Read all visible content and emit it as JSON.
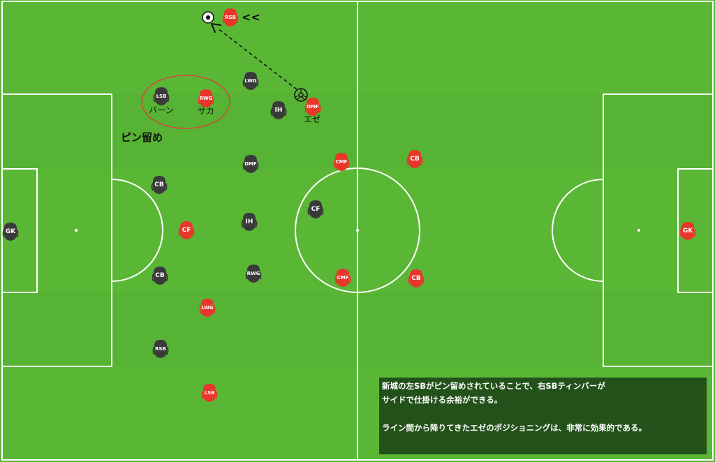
{
  "players": {
    "dark": [
      {
        "id": "lsb",
        "label": "LSB",
        "name": "バーン"
      },
      {
        "id": "lwg",
        "label": "LWG"
      },
      {
        "id": "ih-top",
        "label": "IH"
      },
      {
        "id": "dmf",
        "label": "DMF"
      },
      {
        "id": "cb-top",
        "label": "CB"
      },
      {
        "id": "gk",
        "label": "GK"
      },
      {
        "id": "ih-mid",
        "label": "IH"
      },
      {
        "id": "cf",
        "label": "CF"
      },
      {
        "id": "cb-bottom",
        "label": "CB"
      },
      {
        "id": "rwg",
        "label": "RWG"
      },
      {
        "id": "rsb",
        "label": "RSB"
      }
    ],
    "red": [
      {
        "id": "rsb",
        "label": "RSB"
      },
      {
        "id": "rwg",
        "label": "RWG",
        "name": "サカ"
      },
      {
        "id": "omf",
        "label": "OMF",
        "name": "エゼ"
      },
      {
        "id": "cmf-top",
        "label": "CMF"
      },
      {
        "id": "cb-top",
        "label": "CB"
      },
      {
        "id": "cf",
        "label": "CF"
      },
      {
        "id": "cmf-bottom",
        "label": "CMF"
      },
      {
        "id": "cb-bottom",
        "label": "CB"
      },
      {
        "id": "lwg",
        "label": "LWG"
      },
      {
        "id": "lsb",
        "label": "LSB"
      },
      {
        "id": "gk",
        "label": "GK"
      }
    ]
  },
  "annotations": {
    "pin_label": "ピン留め",
    "run_arrow_symbol": "<<"
  },
  "note": {
    "line1": "新城の左SBがピン留めされていることで、右SBティンバーが",
    "line2": "サイドで仕掛ける余裕ができる。",
    "line3": "ライン間から降りてきたエゼのポジショニングは、非常に効果的である。"
  },
  "colors": {
    "pitch": "#5ab736",
    "pitch_band": "#53ad31",
    "lines": "#ffffff",
    "dark_team": "#3a3a3a",
    "red_team": "#e8362b",
    "highlight_ellipse": "#d9453a",
    "note_background": "#23511a"
  },
  "icons": [
    "football-icon"
  ]
}
